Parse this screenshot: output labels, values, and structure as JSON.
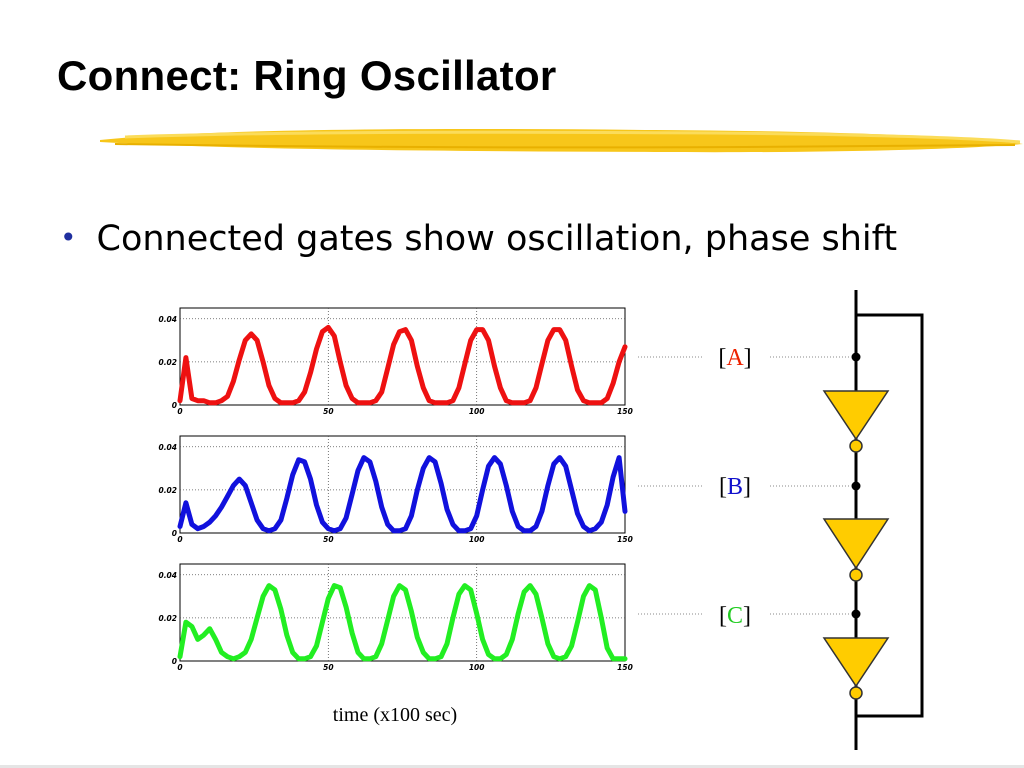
{
  "slide": {
    "title": "Connect: Ring Oscillator",
    "bullet": "Connected gates show oscillation, phase shift",
    "accent_color": "#f5c518"
  },
  "chart_data": [
    {
      "type": "line",
      "name": "A",
      "color": "#ee1111",
      "xlim": [
        0,
        150
      ],
      "ylim": [
        0,
        0.045
      ],
      "xticks": [
        "0",
        "50",
        "100",
        "150"
      ],
      "yticks": [
        "0",
        "0.02",
        "0.04"
      ],
      "x": [
        0,
        2,
        4,
        6,
        8,
        10,
        12,
        14,
        16,
        18,
        20,
        22,
        24,
        26,
        28,
        30,
        32,
        34,
        36,
        38,
        40,
        42,
        44,
        46,
        48,
        50,
        52,
        54,
        56,
        58,
        60,
        62,
        64,
        66,
        68,
        70,
        72,
        74,
        76,
        78,
        80,
        82,
        84,
        86,
        88,
        90,
        92,
        94,
        96,
        98,
        100,
        102,
        104,
        106,
        108,
        110,
        112,
        114,
        116,
        118,
        120,
        122,
        124,
        126,
        128,
        130,
        132,
        134,
        136,
        138,
        140,
        142,
        144,
        146,
        148,
        150
      ],
      "y": [
        0.002,
        0.022,
        0.003,
        0.002,
        0.002,
        0.001,
        0.001,
        0.002,
        0.004,
        0.011,
        0.021,
        0.03,
        0.033,
        0.03,
        0.02,
        0.009,
        0.003,
        0.001,
        0.001,
        0.001,
        0.002,
        0.006,
        0.015,
        0.026,
        0.034,
        0.036,
        0.032,
        0.02,
        0.009,
        0.003,
        0.001,
        0.001,
        0.001,
        0.002,
        0.006,
        0.017,
        0.028,
        0.034,
        0.035,
        0.03,
        0.018,
        0.008,
        0.002,
        0.001,
        0.001,
        0.001,
        0.002,
        0.008,
        0.019,
        0.03,
        0.035,
        0.035,
        0.03,
        0.018,
        0.008,
        0.002,
        0.001,
        0.001,
        0.001,
        0.002,
        0.008,
        0.019,
        0.03,
        0.035,
        0.035,
        0.03,
        0.018,
        0.007,
        0.002,
        0.001,
        0.001,
        0.001,
        0.003,
        0.01,
        0.02,
        0.027
      ]
    },
    {
      "type": "line",
      "name": "B",
      "color": "#1111dd",
      "xlim": [
        0,
        150
      ],
      "ylim": [
        0,
        0.045
      ],
      "xticks": [
        "0",
        "50",
        "100",
        "150"
      ],
      "yticks": [
        "0",
        "0.02",
        "0.04"
      ],
      "x": [
        0,
        2,
        4,
        6,
        8,
        10,
        12,
        14,
        16,
        18,
        20,
        22,
        24,
        26,
        28,
        30,
        32,
        34,
        36,
        38,
        40,
        42,
        44,
        46,
        48,
        50,
        52,
        54,
        56,
        58,
        60,
        62,
        64,
        66,
        68,
        70,
        72,
        74,
        76,
        78,
        80,
        82,
        84,
        86,
        88,
        90,
        92,
        94,
        96,
        98,
        100,
        102,
        104,
        106,
        108,
        110,
        112,
        114,
        116,
        118,
        120,
        122,
        124,
        126,
        128,
        130,
        132,
        134,
        136,
        138,
        140,
        142,
        144,
        146,
        148,
        150
      ],
      "y": [
        0.003,
        0.014,
        0.004,
        0.002,
        0.003,
        0.005,
        0.008,
        0.012,
        0.017,
        0.022,
        0.025,
        0.022,
        0.014,
        0.006,
        0.002,
        0.001,
        0.002,
        0.006,
        0.016,
        0.027,
        0.034,
        0.033,
        0.025,
        0.013,
        0.005,
        0.002,
        0.001,
        0.002,
        0.007,
        0.018,
        0.029,
        0.035,
        0.033,
        0.024,
        0.012,
        0.004,
        0.001,
        0.001,
        0.002,
        0.008,
        0.02,
        0.03,
        0.035,
        0.033,
        0.023,
        0.011,
        0.004,
        0.001,
        0.001,
        0.002,
        0.008,
        0.02,
        0.031,
        0.035,
        0.032,
        0.022,
        0.01,
        0.003,
        0.001,
        0.001,
        0.003,
        0.01,
        0.022,
        0.032,
        0.035,
        0.031,
        0.02,
        0.009,
        0.003,
        0.001,
        0.002,
        0.005,
        0.013,
        0.026,
        0.035,
        0.01
      ]
    },
    {
      "type": "line",
      "name": "C",
      "color": "#22ee22",
      "xlim": [
        0,
        150
      ],
      "ylim": [
        0,
        0.045
      ],
      "xticks": [
        "0",
        "50",
        "100",
        "150"
      ],
      "yticks": [
        "0",
        "0.02",
        "0.04"
      ],
      "x": [
        0,
        2,
        4,
        6,
        8,
        10,
        12,
        14,
        16,
        18,
        20,
        22,
        24,
        26,
        28,
        30,
        32,
        34,
        36,
        38,
        40,
        42,
        44,
        46,
        48,
        50,
        52,
        54,
        56,
        58,
        60,
        62,
        64,
        66,
        68,
        70,
        72,
        74,
        76,
        78,
        80,
        82,
        84,
        86,
        88,
        90,
        92,
        94,
        96,
        98,
        100,
        102,
        104,
        106,
        108,
        110,
        112,
        114,
        116,
        118,
        120,
        122,
        124,
        126,
        128,
        130,
        132,
        134,
        136,
        138,
        140,
        142,
        144,
        146,
        148,
        150
      ],
      "y": [
        0.002,
        0.018,
        0.016,
        0.01,
        0.012,
        0.015,
        0.01,
        0.004,
        0.002,
        0.001,
        0.002,
        0.004,
        0.01,
        0.02,
        0.03,
        0.035,
        0.033,
        0.024,
        0.012,
        0.004,
        0.001,
        0.001,
        0.002,
        0.007,
        0.018,
        0.029,
        0.035,
        0.034,
        0.025,
        0.013,
        0.004,
        0.001,
        0.001,
        0.002,
        0.008,
        0.019,
        0.03,
        0.035,
        0.033,
        0.023,
        0.011,
        0.004,
        0.001,
        0.001,
        0.002,
        0.008,
        0.02,
        0.031,
        0.035,
        0.033,
        0.022,
        0.01,
        0.003,
        0.001,
        0.001,
        0.003,
        0.01,
        0.022,
        0.032,
        0.035,
        0.031,
        0.02,
        0.008,
        0.002,
        0.001,
        0.002,
        0.007,
        0.018,
        0.03,
        0.035,
        0.033,
        0.02,
        0.006,
        0.001,
        0.001,
        0.001
      ]
    }
  ],
  "x_axis_label": "time (x100 sec)",
  "circuit": {
    "nodes": [
      {
        "letter": "A",
        "color": "#ee2200"
      },
      {
        "letter": "B",
        "color": "#1111cc"
      },
      {
        "letter": "C",
        "color": "#22cc22"
      }
    ],
    "bracket_open": "[",
    "bracket_close": "]",
    "gate_color": "#ffcc00"
  }
}
